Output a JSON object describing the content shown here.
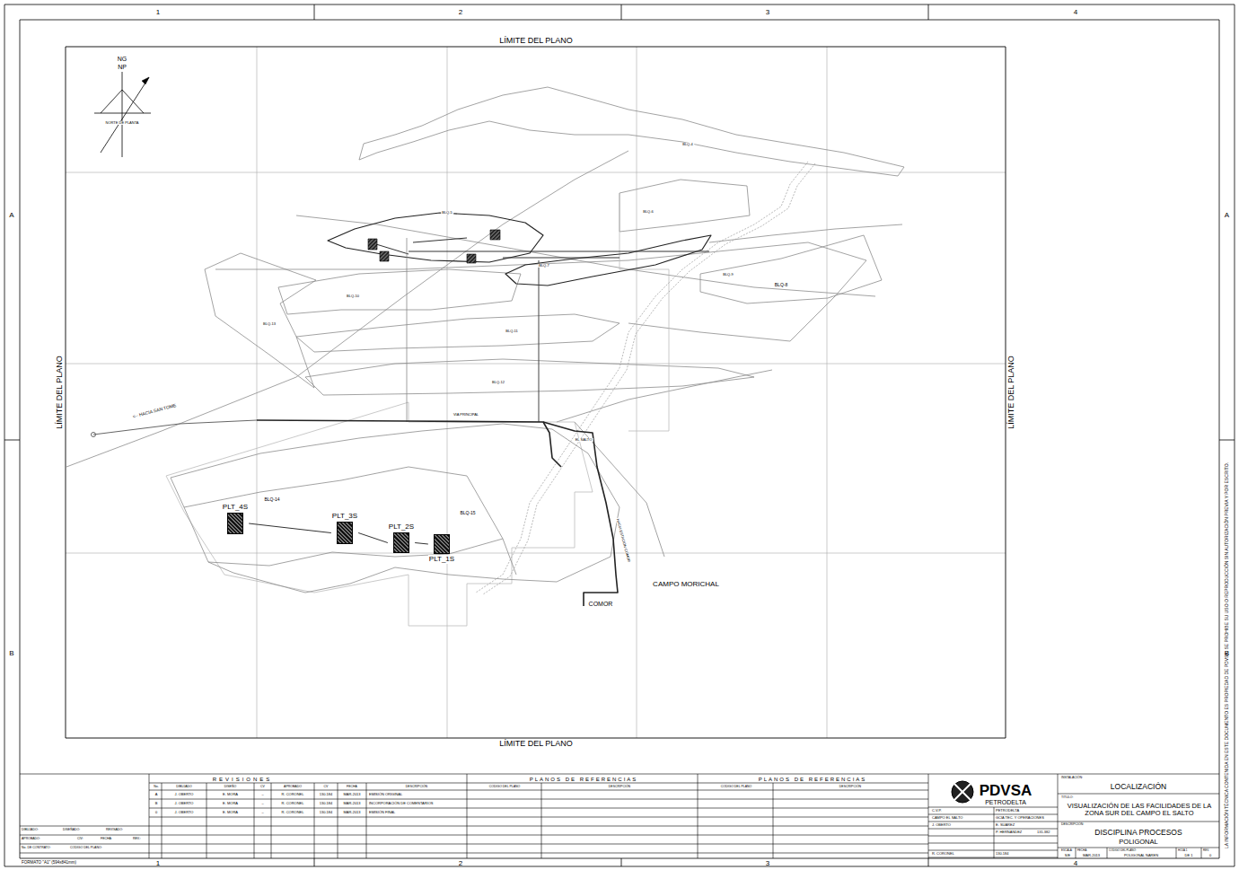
{
  "diagram": {
    "title": "VISUALIZACIÓN DE LAS FACILIDADES DE LA ZONA SUR DEL CAMPO EL SALTO",
    "nodes": [
      {
        "text": [
          "PLT_4S"
        ]
      },
      {
        "text": [
          "PLT_3S"
        ]
      },
      {
        "text": [
          "PLT_2S"
        ]
      },
      {
        "text": [
          "PLT_1S"
        ]
      }
    ],
    "edges": [
      {
        "from": 0,
        "to": 1,
        "arrow": "none"
      },
      {
        "from": 1,
        "to": 2,
        "arrow": "none"
      },
      {
        "from": 2,
        "to": 3,
        "arrow": "none"
      }
    ],
    "labels": [
      "1",
      "2",
      "3",
      "4",
      "A",
      "A",
      "B",
      "B",
      "1",
      "2",
      "3",
      "4",
      "LÍMITE DEL PLANO",
      "LÍMITE DEL PLANO",
      "LÍMITE DEL PLANO",
      "LÍMITE DEL PLANO",
      "NG",
      "NP",
      "NORTE DE PLANTA",
      "BLQ-4",
      "BLQ-5",
      "BLQ-6",
      "BLQ-7",
      "BLQ-9",
      "BLQ-8",
      "BLQ-10",
      "BLQ-13",
      "BLQ-11",
      "BLQ-12",
      "BLQ-14",
      "BLQ-15",
      "<-- HACIA SAN TOME",
      "VIA PRINCIPAL",
      "EL SALTO",
      "HACIA ESTACIÓN COMOR",
      "CAMPO MORICHAL",
      "COMOR",
      "REVISIONES",
      "No.",
      "DIBUJADO",
      "DISEÑO",
      "CV",
      "APROBADO",
      "CV",
      "FECHA",
      "DESCRIPCIÓN",
      "A",
      "J. OBERTO",
      "E. MORA",
      "–",
      "R. CORONEL",
      "130.184",
      "MAR-2013",
      "EMISIÓN ORIGINAL",
      "B",
      "J. OBERTO",
      "E. MORA",
      "–",
      "R. CORONEL",
      "130.184",
      "MAR-2013",
      "INCORPORACIÓN DE COMENTARIOS",
      "0",
      "J. OBERTO",
      "E. MORA",
      "–",
      "R. CORONEL",
      "130.184",
      "MAR-2013",
      "EMISIÓN FINAL",
      "PLANOS DE REFERENCIAS",
      "CODIGO DEL PLANO",
      "DESCRIPCIÓN",
      "PLANOS DE REFERENCIAS",
      "CODIGO DEL PLANO",
      "DESCRIPCIÓN",
      "DIBUJADO:",
      "DISEÑADO:",
      "REVISADO:",
      "APROBADO:",
      "CIV:",
      "FECHA:",
      "REV.:",
      "No. DE CONTRATO:",
      "CODIGO DEL PLANO:",
      "FORMATO \"A1\" (594x841mm)",
      "PDVSA",
      "PETRODELTA",
      "C.V.P.",
      "PETRODELTA",
      "CAMPO EL SALTO",
      "GCIA TEC. Y OPERACIONES",
      "J. OBERTO",
      "E. SUAREZ",
      "P. HERNANDEZ",
      "131.382",
      "R. CORONEL",
      "130.184",
      "INSTALACIÓN:",
      "LOCALIZACIÓN",
      "TITULO:",
      "DESCRIPCIÓN:",
      "DISCIPLINA PROCESOS",
      "POLIGONAL",
      "ESCALA:",
      "S/E",
      "FECHA:",
      "MAR-2013",
      "CODIGO DEL PLANO:",
      "POLIGONAL NAREN",
      "HOJA 1",
      "DE 1",
      "REV.",
      "0",
      "LA INFORMACIÓN TÉCNICA CONTENIDA EN ESTE DOCUMENTO ES PROPIEDAD DE PDVSA. SE PROHIBE SU USO O REPRODUCCIÓN SIN AUTORIZACIÓN PREVIA Y POR ESCRITO."
    ]
  }
}
